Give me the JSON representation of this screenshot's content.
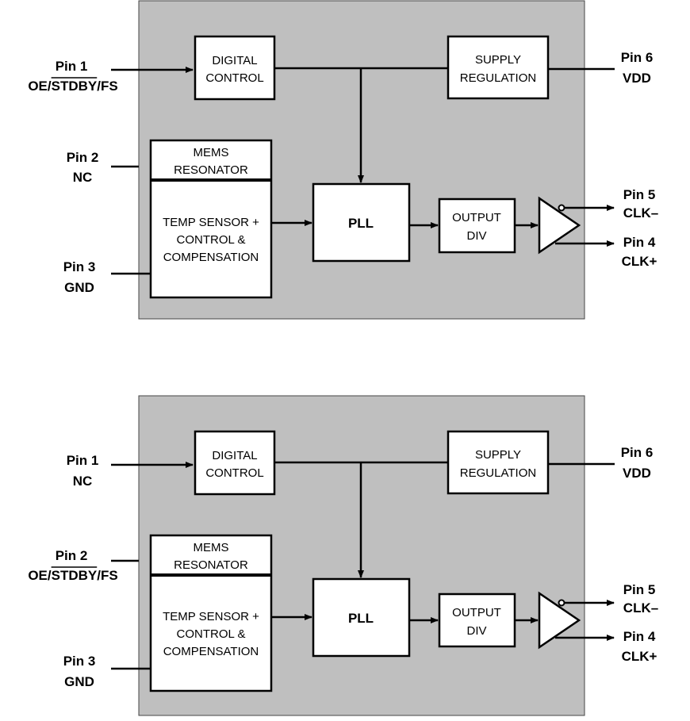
{
  "diagrams": [
    {
      "pins": {
        "pin1": {
          "number": "Pin 1",
          "pre": "OE/",
          "over": "STDBY",
          "post": "/FS"
        },
        "pin2": {
          "number": "Pin 2",
          "pre": "NC",
          "over": "",
          "post": ""
        },
        "pin3": {
          "number": "Pin 3",
          "name": "GND"
        },
        "pin4": {
          "number": "Pin 4",
          "name": "CLK+"
        },
        "pin5": {
          "number": "Pin 5",
          "name": "CLK–"
        },
        "pin6": {
          "number": "Pin 6",
          "name": "VDD"
        }
      },
      "blocks": {
        "digital_control": [
          "DIGITAL",
          "CONTROL"
        ],
        "supply_regulation": [
          "SUPPLY",
          "REGULATION"
        ],
        "mems_resonator": [
          "MEMS",
          "RESONATOR"
        ],
        "temp_sensor": [
          "TEMP SENSOR +",
          "CONTROL &",
          "COMPENSATION"
        ],
        "pll": "PLL",
        "output_div": [
          "OUTPUT",
          "DIV"
        ]
      }
    },
    {
      "pins": {
        "pin1": {
          "number": "Pin 1",
          "pre": "NC",
          "over": "",
          "post": ""
        },
        "pin2": {
          "number": "Pin 2",
          "pre": "OE/",
          "over": "STDBY",
          "post": "/FS"
        },
        "pin3": {
          "number": "Pin 3",
          "name": "GND"
        },
        "pin4": {
          "number": "Pin 4",
          "name": "CLK+"
        },
        "pin5": {
          "number": "Pin 5",
          "name": "CLK–"
        },
        "pin6": {
          "number": "Pin 6",
          "name": "VDD"
        }
      },
      "blocks": {
        "digital_control": [
          "DIGITAL",
          "CONTROL"
        ],
        "supply_regulation": [
          "SUPPLY",
          "REGULATION"
        ],
        "mems_resonator": [
          "MEMS",
          "RESONATOR"
        ],
        "temp_sensor": [
          "TEMP SENSOR +",
          "CONTROL &",
          "COMPENSATION"
        ],
        "pll": "PLL",
        "output_div": [
          "OUTPUT",
          "DIV"
        ]
      }
    }
  ]
}
